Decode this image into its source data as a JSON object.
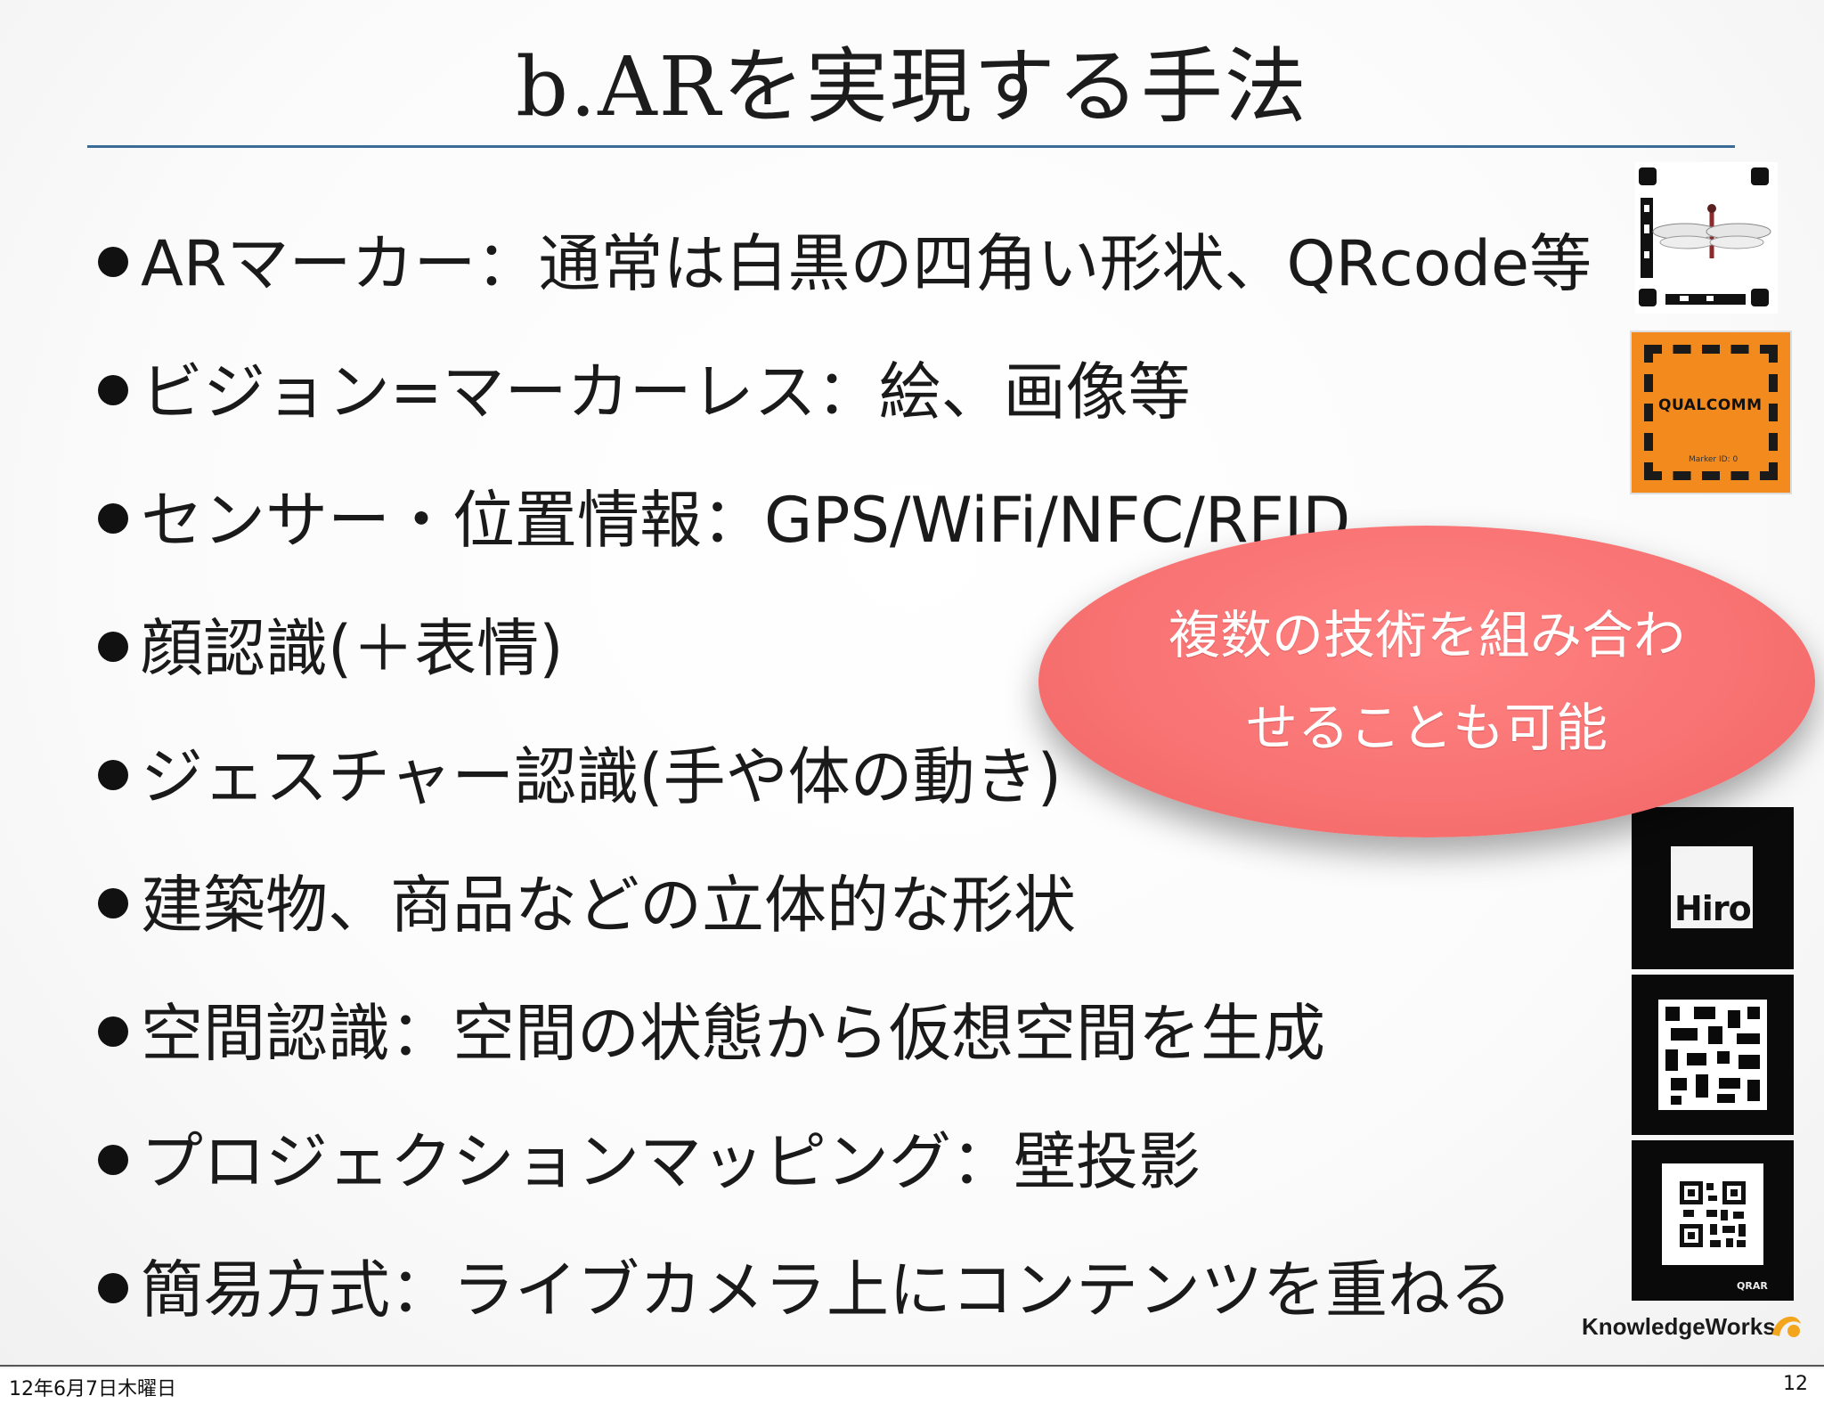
{
  "slide": {
    "title": "b.ARを実現する手法",
    "bullets": [
      "ARマーカー：通常は白黒の四角い形状、QRcode等",
      "ビジョン=マーカーレス：絵、画像等",
      "センサー・位置情報：GPS/WiFi/NFC/RFID",
      "顔認識(＋表情)",
      "ジェスチャー認識(手や体の動き)",
      "建築物、商品などの立体的な形状",
      "空間認識：空間の状態から仮想空間を生成",
      "プロジェクションマッピング：壁投影",
      "簡易方式：ライブカメラ上にコンテンツを重ねる"
    ],
    "callout": {
      "line1": "複数の技術を組み合わ",
      "line2": "せることも可能",
      "color": "#f87272"
    },
    "markers": {
      "qualcomm_brand": "QUALCOMM",
      "qualcomm_sub": "Marker ID: 0",
      "hiro_label": "Hiro",
      "qrar_label": "QRAR"
    },
    "logo": "KnowledgeWorks",
    "title_rule_color": "#3b6c96"
  },
  "footer": {
    "date": "12年6月7日木曜日",
    "page_number": "12"
  }
}
